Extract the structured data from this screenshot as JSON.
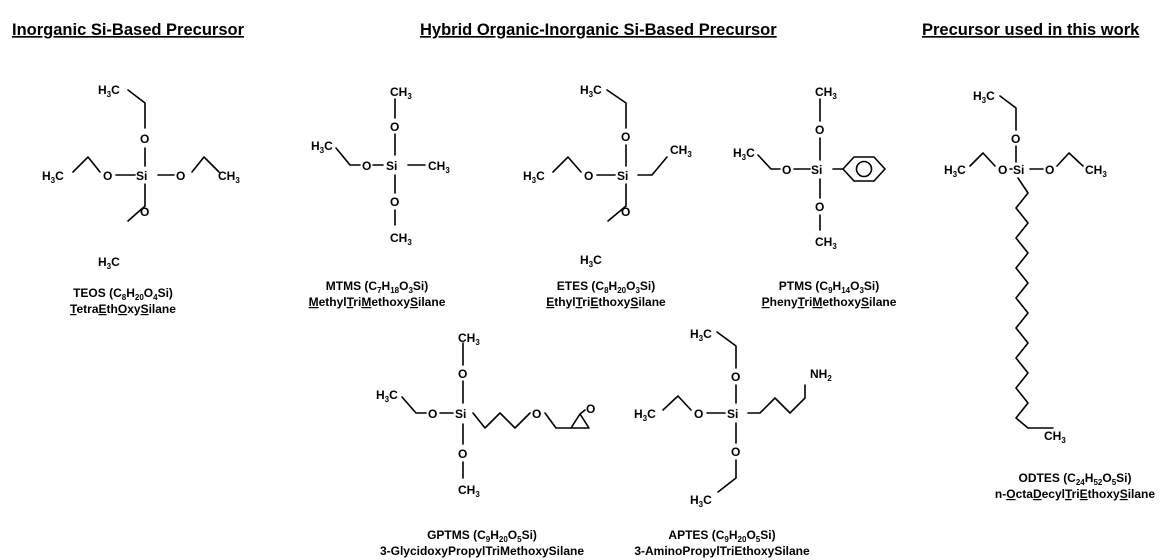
{
  "headers": {
    "inorganic": "Inorganic Si-Based Precursor",
    "hybrid": "Hybrid Organic-Inorganic Si-Based Precursor",
    "this_work": "Precursor used in this work"
  },
  "molecules": [
    {
      "id": "teos",
      "formula": [
        [
          "TEOS (C",
          ""
        ],
        [
          "8",
          "s"
        ],
        [
          "H",
          ""
        ],
        [
          "20",
          "s"
        ],
        [
          "O",
          ""
        ],
        [
          "4",
          "s"
        ],
        [
          "Si)",
          ""
        ]
      ],
      "name": [
        [
          "T",
          "u"
        ],
        [
          "etra",
          ""
        ],
        [
          "E",
          "u"
        ],
        [
          "th",
          ""
        ],
        [
          "O",
          "u"
        ],
        [
          "xy",
          ""
        ],
        [
          "S",
          "u"
        ],
        [
          "ilane",
          ""
        ]
      ]
    },
    {
      "id": "mtms",
      "formula": [
        [
          "MTMS (C",
          ""
        ],
        [
          "7",
          "s"
        ],
        [
          "H",
          ""
        ],
        [
          "18",
          "s"
        ],
        [
          "O",
          ""
        ],
        [
          "3",
          "s"
        ],
        [
          "Si)",
          ""
        ]
      ],
      "name": [
        [
          "M",
          "u"
        ],
        [
          "ethyl",
          ""
        ],
        [
          "T",
          "u"
        ],
        [
          "ri",
          ""
        ],
        [
          "M",
          "u"
        ],
        [
          "ethoxy",
          ""
        ],
        [
          "S",
          "u"
        ],
        [
          "ilane",
          ""
        ]
      ]
    },
    {
      "id": "etes",
      "formula": [
        [
          "ETES (C",
          ""
        ],
        [
          "8",
          "s"
        ],
        [
          "H",
          ""
        ],
        [
          "20",
          "s"
        ],
        [
          "O",
          ""
        ],
        [
          "3",
          "s"
        ],
        [
          "Si)",
          ""
        ]
      ],
      "name": [
        [
          "E",
          "u"
        ],
        [
          "thyl",
          ""
        ],
        [
          "T",
          "u"
        ],
        [
          "ri",
          ""
        ],
        [
          "E",
          "u"
        ],
        [
          "thoxy",
          ""
        ],
        [
          "S",
          "u"
        ],
        [
          "ilane",
          ""
        ]
      ]
    },
    {
      "id": "ptms",
      "formula": [
        [
          "PTMS (C",
          ""
        ],
        [
          "9",
          "s"
        ],
        [
          "H",
          ""
        ],
        [
          "14",
          "s"
        ],
        [
          "O",
          ""
        ],
        [
          "3",
          "s"
        ],
        [
          "Si)",
          ""
        ]
      ],
      "name": [
        [
          "P",
          "u"
        ],
        [
          "heny",
          ""
        ],
        [
          "T",
          "u"
        ],
        [
          "ri",
          ""
        ],
        [
          "M",
          "u"
        ],
        [
          "ethoxy",
          ""
        ],
        [
          "S",
          "u"
        ],
        [
          "ilane",
          ""
        ]
      ]
    },
    {
      "id": "gptms",
      "formula": [
        [
          "GPTMS (C",
          ""
        ],
        [
          "9",
          "s"
        ],
        [
          "H",
          ""
        ],
        [
          "20",
          "s"
        ],
        [
          "O",
          ""
        ],
        [
          "5",
          "s"
        ],
        [
          "Si)",
          ""
        ]
      ],
      "name": [
        [
          "3-GlycidoxyPropylTriMethoxySilane",
          ""
        ]
      ]
    },
    {
      "id": "aptes",
      "formula": [
        [
          "APTES (C",
          ""
        ],
        [
          "9",
          "s"
        ],
        [
          "H",
          ""
        ],
        [
          "20",
          "s"
        ],
        [
          "O",
          ""
        ],
        [
          "5",
          "s"
        ],
        [
          "Si)",
          ""
        ]
      ],
      "name": [
        [
          "3-AminoPropylTriEthoxySilane",
          ""
        ]
      ]
    },
    {
      "id": "odtes",
      "formula": [
        [
          "ODTES (C",
          ""
        ],
        [
          "24",
          "s"
        ],
        [
          "H",
          ""
        ],
        [
          "52",
          "s"
        ],
        [
          "O",
          ""
        ],
        [
          "5",
          "s"
        ],
        [
          "Si)",
          ""
        ]
      ],
      "name": [
        [
          "n-",
          ""
        ],
        [
          "O",
          "u"
        ],
        [
          "cta",
          ""
        ],
        [
          "D",
          "u"
        ],
        [
          "ecyl",
          ""
        ],
        [
          "T",
          "u"
        ],
        [
          "ri",
          ""
        ],
        [
          "E",
          "u"
        ],
        [
          "thoxy",
          ""
        ],
        [
          "S",
          "u"
        ],
        [
          "ilane",
          ""
        ]
      ]
    }
  ],
  "atoms": {
    "si": "Si",
    "o": "O",
    "methyl": [
      [
        "H",
        ""
      ],
      [
        "3",
        "s"
      ],
      [
        "C",
        ""
      ]
    ],
    "methyl_r": [
      [
        "CH",
        ""
      ],
      [
        "3",
        "s"
      ]
    ],
    "amine": [
      [
        "NH",
        ""
      ],
      [
        "2",
        "s"
      ]
    ]
  }
}
